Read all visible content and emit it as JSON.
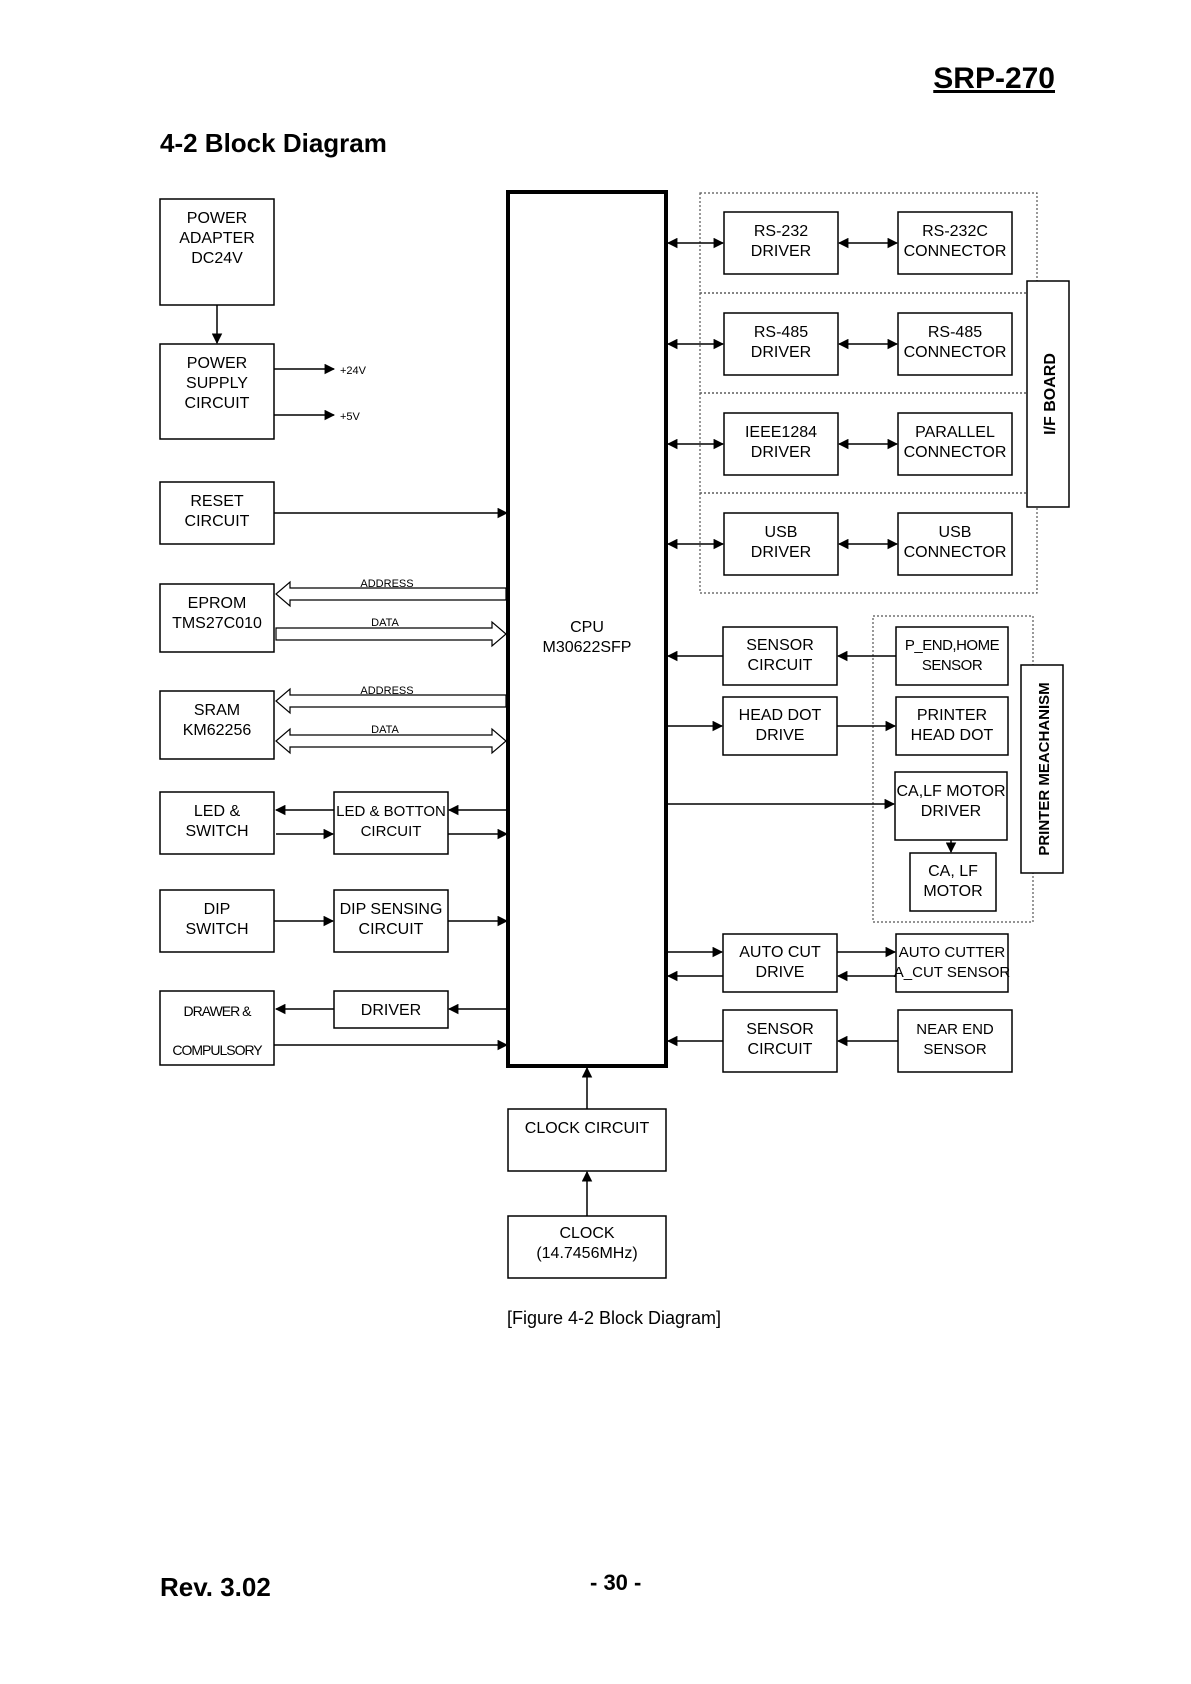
{
  "header": {
    "doc_title": "SRP-270",
    "section_title": "4-2 Block Diagram"
  },
  "diagram": {
    "power_adapter": [
      "POWER",
      "ADAPTER",
      "DC24V"
    ],
    "power_supply": [
      "POWER",
      "SUPPLY",
      "CIRCUIT"
    ],
    "v24": "+24V",
    "v5": "+5V",
    "reset": [
      "RESET",
      "CIRCUIT"
    ],
    "eprom": [
      "EPROM",
      "TMS27C010"
    ],
    "sram": [
      "SRAM",
      "KM62256"
    ],
    "address": "ADDRESS",
    "data": "DATA",
    "led_switch": [
      "LED &",
      "SWITCH"
    ],
    "led_button": [
      "LED & BOTTON",
      "CIRCUIT"
    ],
    "dip_switch": [
      "DIP",
      "SWITCH"
    ],
    "dip_sensing": [
      "DIP SENSING",
      "CIRCUIT"
    ],
    "drawer": [
      "DRAWER &",
      "COMPULSORY"
    ],
    "driver": "DRIVER",
    "cpu": [
      "CPU",
      "M30622SFP"
    ],
    "clock_circuit": "CLOCK CIRCUIT",
    "clock": [
      "CLOCK",
      "(14.7456MHz)"
    ],
    "rs232_driver": [
      "RS-232",
      "DRIVER"
    ],
    "rs232_connector": [
      "RS-232C",
      "CONNECTOR"
    ],
    "rs485_driver": [
      "RS-485",
      "DRIVER"
    ],
    "rs485_connector": [
      "RS-485",
      "CONNECTOR"
    ],
    "ieee_driver": [
      "IEEE1284",
      "DRIVER"
    ],
    "parallel_connector": [
      "PARALLEL",
      "CONNECTOR"
    ],
    "usb_driver": [
      "USB",
      "DRIVER"
    ],
    "usb_connector": [
      "USB",
      "CONNECTOR"
    ],
    "if_board": "I/F BOARD",
    "sensor_circuit_1": [
      "SENSOR",
      "CIRCUIT"
    ],
    "pend_home": [
      "P_END,HOME",
      "SENSOR"
    ],
    "head_dot_drive": [
      "HEAD DOT",
      "DRIVE"
    ],
    "printer_head_dot": [
      "PRINTER",
      "HEAD DOT"
    ],
    "calf_driver": [
      "CA,LF MOTOR",
      "DRIVER"
    ],
    "calf_motor": [
      "CA, LF",
      "MOTOR"
    ],
    "printer_mech": "PRINTER MEACHANISM",
    "auto_cut_drive": [
      "AUTO CUT",
      "DRIVE"
    ],
    "auto_cutter": [
      "AUTO CUTTER",
      "A_CUT SENSOR"
    ],
    "sensor_circuit_2": [
      "SENSOR",
      "CIRCUIT"
    ],
    "near_end": [
      "NEAR END",
      "SENSOR"
    ]
  },
  "caption": "[Figure 4-2 Block Diagram]",
  "footer": {
    "revision": "Rev. 3.02",
    "page": "- 30 -"
  }
}
